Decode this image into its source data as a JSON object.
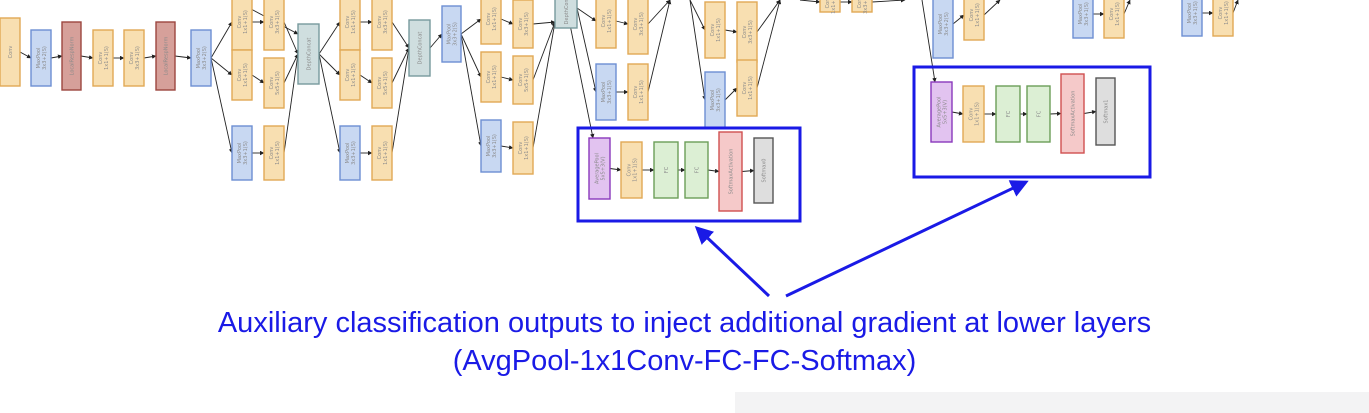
{
  "caption": {
    "line1": "Auxiliary classification outputs to inject additional gradient at lower layers",
    "line2": "(AvgPool-1x1Conv-FC-FC-Softmax)"
  },
  "colors": {
    "conv": "#f8dfb1",
    "conv_stroke": "#e0a955",
    "pool": "#c8d8f2",
    "pool_stroke": "#6d8fd2",
    "norm": "#d6a09a",
    "norm_stroke": "#9c4640",
    "concat": "#cfdedf",
    "concat_stroke": "#77999d",
    "avgpool": "#e2c3f0",
    "avgpool_stroke": "#8a38bc",
    "fc": "#dcefd4",
    "fc_stroke": "#6b9e58",
    "softmax_act": "#f5c9c9",
    "softmax_act_stroke": "#d05050",
    "softmax": "#dedede",
    "softmax_stroke": "#555555",
    "highlight": "#1a1ae6"
  },
  "layers": {
    "conv": "Conv",
    "conv1": "Conv\n1x1+1(S)",
    "conv3": "Conv\n3x3+1(S)",
    "conv5": "Conv\n5x5+1(S)",
    "pool": "MaxPool\n3x3+2(S)",
    "pool1": "MaxPool\n3x3+1(S)",
    "lrn": "LocalRespNorm",
    "concat": "DepthConcat",
    "avgpool": "AveragePool\n5x5+3(V)",
    "fc": "FC",
    "softmax_act": "SoftmaxActivation",
    "softmax": "Softmax0",
    "softmax1": "Softmax1"
  }
}
